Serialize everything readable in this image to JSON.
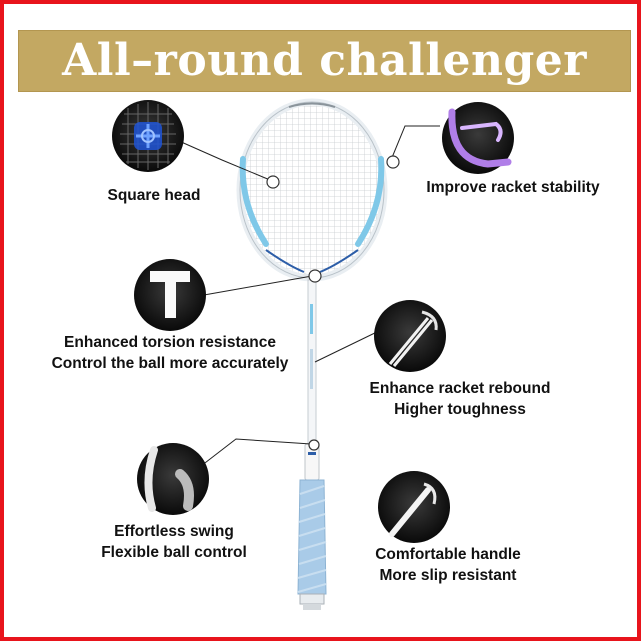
{
  "banner": {
    "title": "All–round challenger"
  },
  "features": {
    "square_head": {
      "line1": "Square head"
    },
    "stability": {
      "line1": "Improve racket stability"
    },
    "torsion": {
      "line1": "Enhanced torsion resistance",
      "line2": "Control the ball more accurately"
    },
    "rebound": {
      "line1": "Enhance racket rebound",
      "line2": "Higher toughness"
    },
    "swing": {
      "line1": "Effortless swing",
      "line2": "Flexible ball control"
    },
    "handle": {
      "line1": "Comfortable handle",
      "line2": "More slip resistant"
    }
  },
  "icons": {
    "square_head": "racket-head-closeup-icon",
    "stability": "frame-curve-icon",
    "torsion": "t-joint-icon",
    "rebound": "shaft-closeup-icon",
    "swing": "swing-closeup-icon",
    "handle": "handle-closeup-icon"
  },
  "colors": {
    "border": "#e8141c",
    "banner": "#c3a862",
    "frame_blue": "#7fc8e8",
    "grip": "#a9cbe8"
  }
}
